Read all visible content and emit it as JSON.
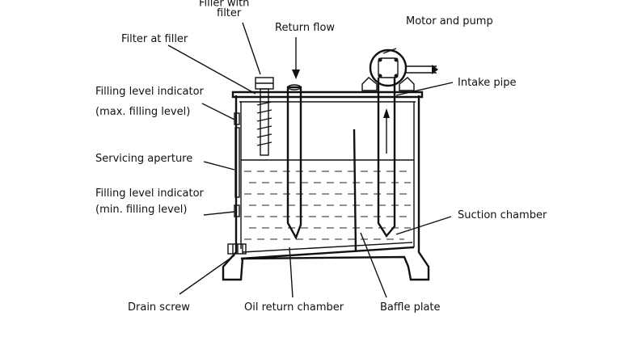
{
  "labels": {
    "filler_with_filter_line1": "Filler with",
    "filler_with_filter_line2": "filter",
    "return_flow": "Return flow",
    "motor_and_pump": "Motor and pump",
    "filter_at_filler": "Filter at filler",
    "filling_level_max_line1": "Filling level indicator",
    "filling_level_max_line2": "(max. filling level)",
    "intake_pipe": "Intake pipe",
    "servicing_aperture": "Servicing aperture",
    "filling_level_min_line1": "Filling level indicator",
    "filling_level_min_line2": "(min. filling level)",
    "suction_chamber": "Suction chamber",
    "drain_screw": "Drain screw",
    "oil_return_chamber": "Oil return chamber",
    "baffle_plate": "Baffle plate"
  }
}
